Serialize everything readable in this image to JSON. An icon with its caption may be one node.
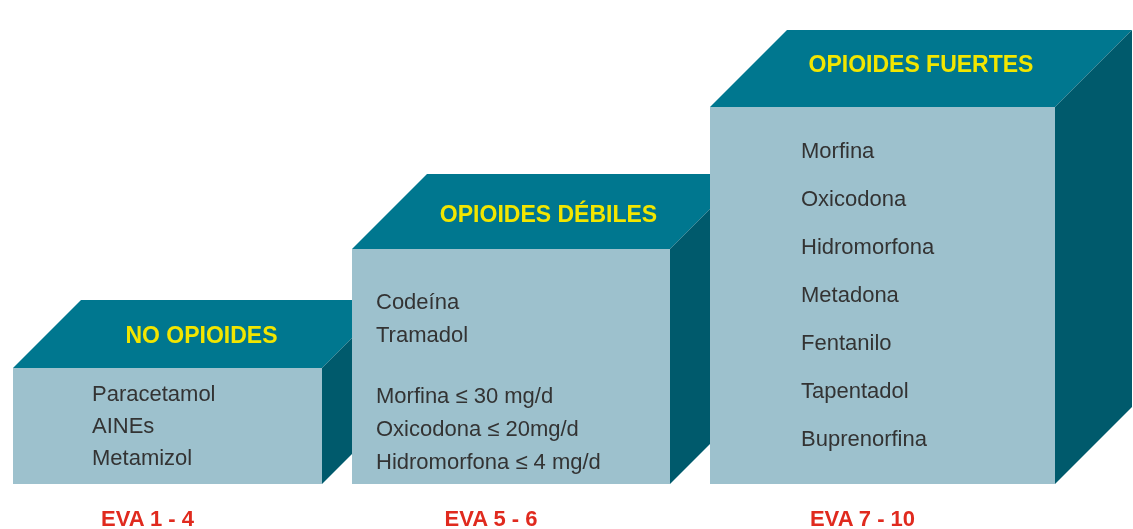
{
  "diagram": {
    "nodes": [
      {
        "text": [
          "NO OPIOIDES",
          "Paracetamol",
          "AINEs",
          "Metamizol"
        ],
        "beside": [
          "EVA 1 - 4"
        ]
      },
      {
        "text": [
          "OPIOIDES DÉBILES",
          "Codeína",
          "Tramadol",
          "Morfina ≤ 30 mg/d",
          "Oxicodona ≤ 20mg/d",
          "Hidromorfona ≤ 4 mg/d"
        ],
        "beside": [
          "EVA 5 - 6"
        ]
      },
      {
        "text": [
          "OPIOIDES FUERTES",
          "Morfina",
          "Oxicodona",
          "Hidromorfona",
          "Metadona",
          "Fentanilo",
          "Tapentadol",
          "Buprenorfina"
        ],
        "beside": [
          "EVA 7 - 10"
        ]
      }
    ]
  }
}
